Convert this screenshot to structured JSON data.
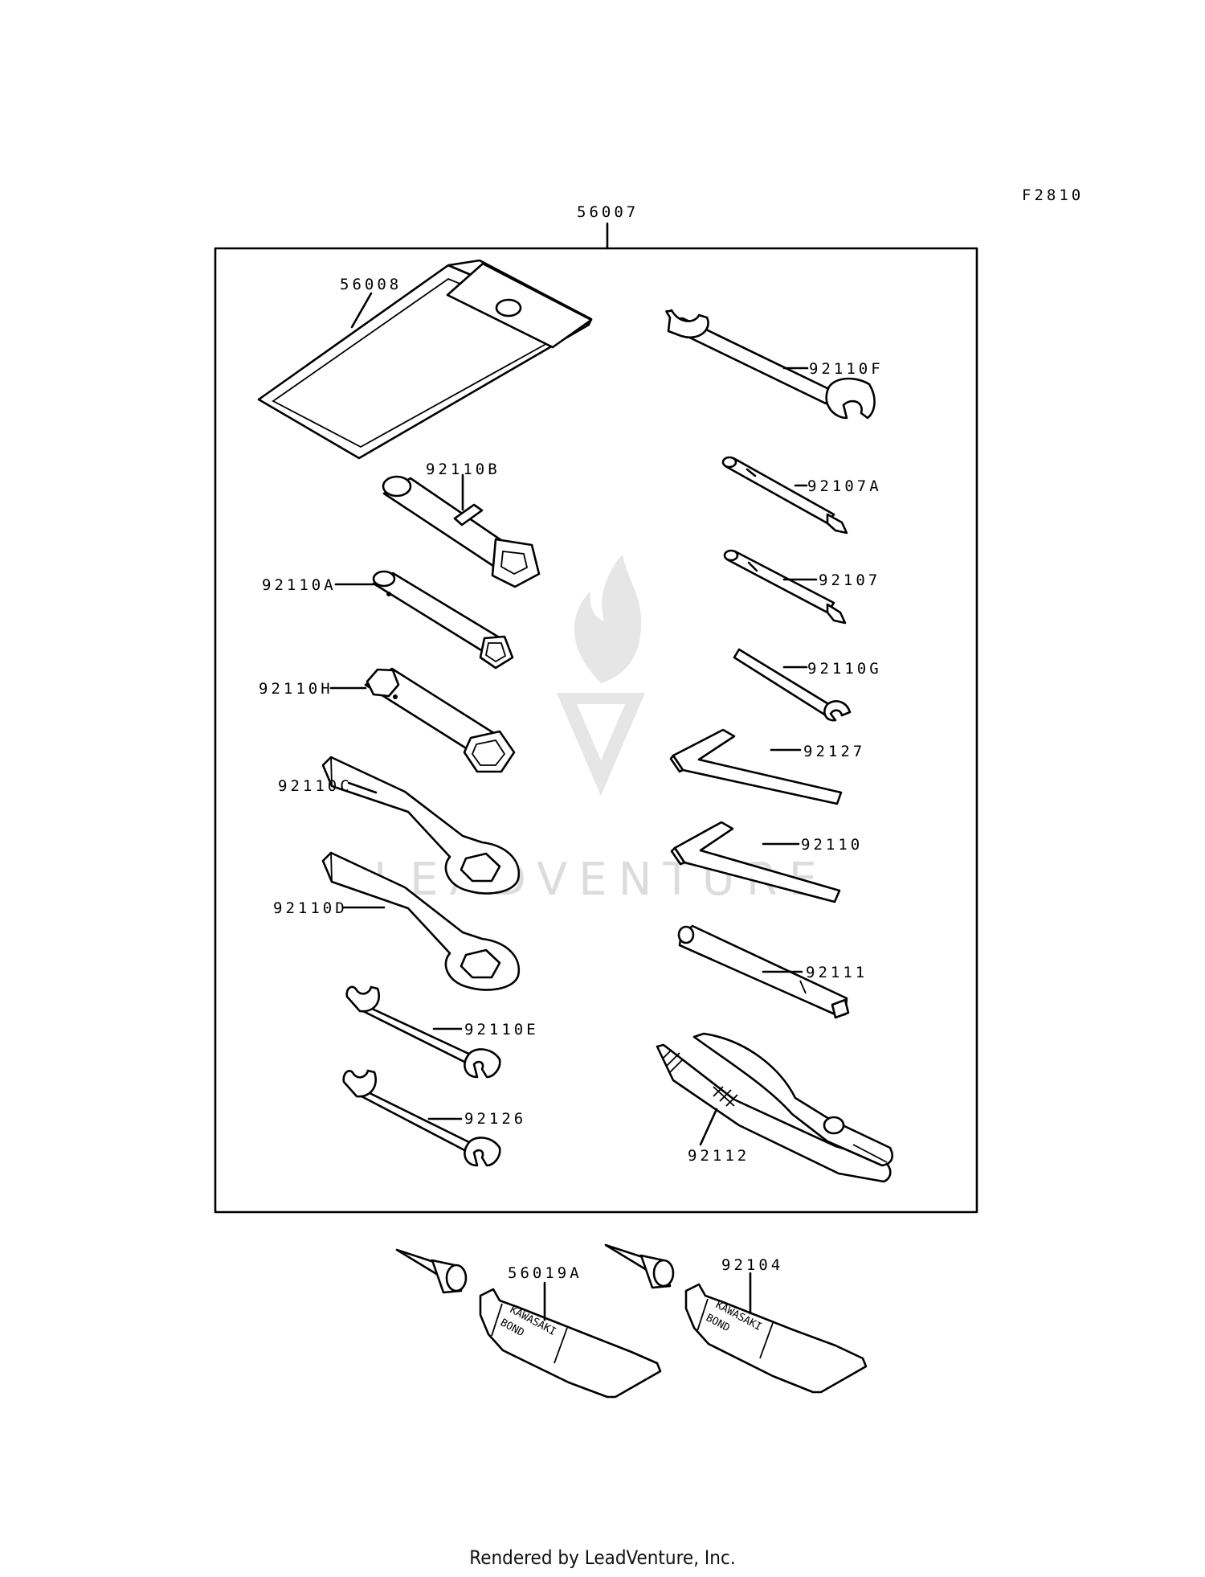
{
  "figure_code": "F2810",
  "watermark": "LEADVENTURE",
  "footer": "Rendered by LeadVenture, Inc.",
  "tool_kit_number": "56007",
  "parts": {
    "p56008": "56008",
    "p92110F": "92110F",
    "p92110B": "92110B",
    "p92107A": "92107A",
    "p92110A": "92110A",
    "p92107": "92107",
    "p92110G": "92110G",
    "p92110H": "92110H",
    "p92127": "92127",
    "p92110C": "92110C",
    "p92110": "92110",
    "p92110D": "92110D",
    "p92111": "92111",
    "p92110E": "92110E",
    "p92126": "92126",
    "p92112": "92112",
    "p56019A": "56019A",
    "p92104": "92104"
  },
  "tube_print": {
    "line1": "KAWASAKI",
    "line2": "BOND"
  }
}
